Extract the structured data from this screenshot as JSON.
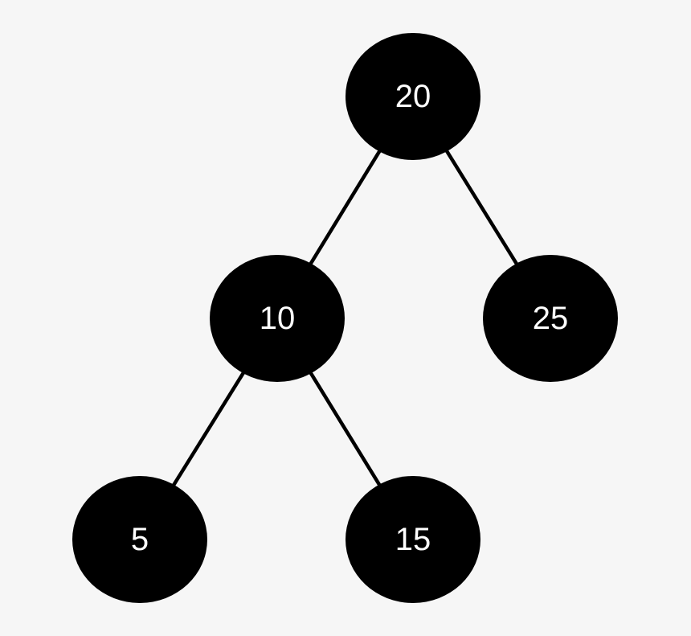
{
  "background_color": "#f6f6f6",
  "diagram": {
    "type": "binary-tree",
    "node_fill": "#000000",
    "node_text_color": "#ffffff",
    "edge_color": "#000000",
    "nodes": [
      {
        "label": "20",
        "position": "root"
      },
      {
        "label": "10",
        "position": "left child of 20"
      },
      {
        "label": "25",
        "position": "right child of 20"
      },
      {
        "label": "5",
        "position": "left child of 10"
      },
      {
        "label": "15",
        "position": "right child of 10"
      }
    ],
    "edges": [
      {
        "from": "20",
        "to": "10"
      },
      {
        "from": "20",
        "to": "25"
      },
      {
        "from": "10",
        "to": "5"
      },
      {
        "from": "10",
        "to": "15"
      }
    ]
  }
}
